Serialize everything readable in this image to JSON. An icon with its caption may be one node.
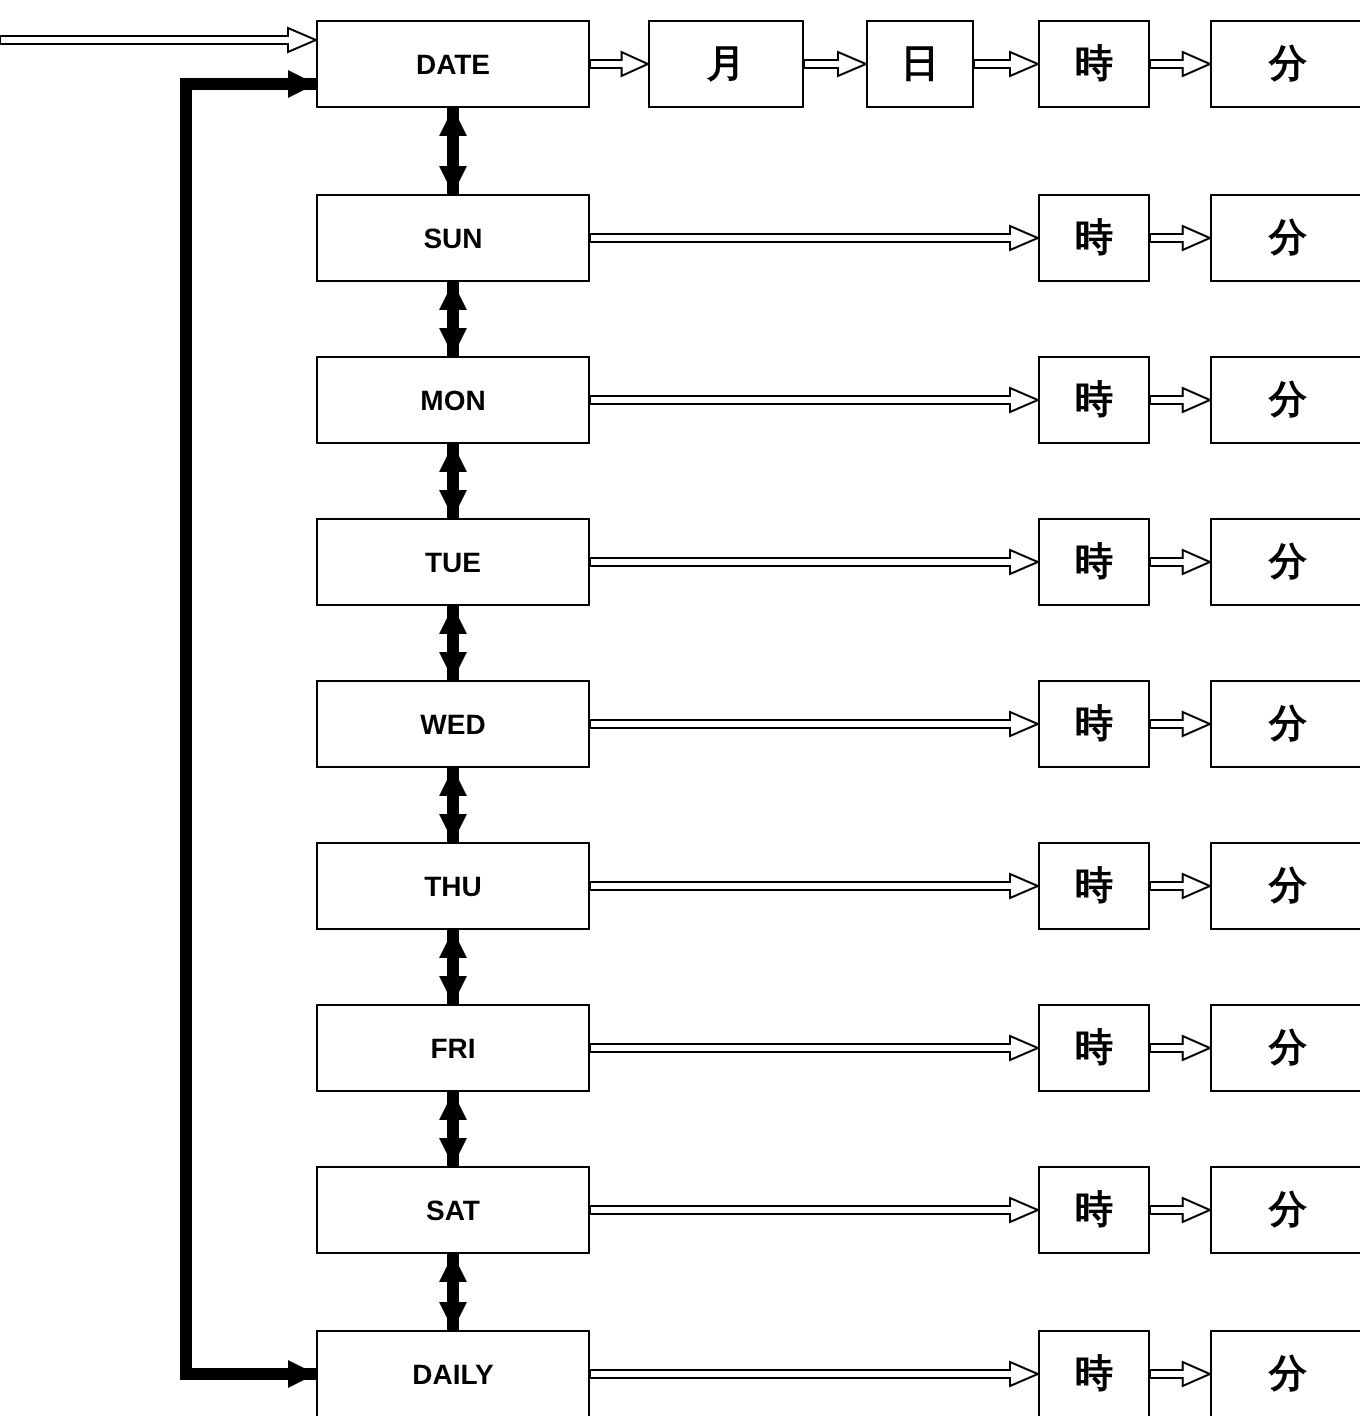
{
  "diagram": {
    "nodes": [
      {
        "text": [
          "DATE"
        ]
      },
      {
        "text": [
          "月"
        ]
      },
      {
        "text": [
          "日"
        ]
      },
      {
        "text": [
          "時"
        ]
      },
      {
        "text": [
          "分"
        ]
      },
      {
        "text": [
          "SUN"
        ]
      },
      {
        "text": [
          "時"
        ]
      },
      {
        "text": [
          "分"
        ]
      },
      {
        "text": [
          "MON"
        ]
      },
      {
        "text": [
          "時"
        ]
      },
      {
        "text": [
          "分"
        ]
      },
      {
        "text": [
          "TUE"
        ]
      },
      {
        "text": [
          "時"
        ]
      },
      {
        "text": [
          "分"
        ]
      },
      {
        "text": [
          "WED"
        ]
      },
      {
        "text": [
          "時"
        ]
      },
      {
        "text": [
          "分"
        ]
      },
      {
        "text": [
          "THU"
        ]
      },
      {
        "text": [
          "時"
        ]
      },
      {
        "text": [
          "分"
        ]
      },
      {
        "text": [
          "FRI"
        ]
      },
      {
        "text": [
          "時"
        ]
      },
      {
        "text": [
          "分"
        ]
      },
      {
        "text": [
          "SAT"
        ]
      },
      {
        "text": [
          "時"
        ]
      },
      {
        "text": [
          "分"
        ]
      },
      {
        "text": [
          "DAILY"
        ]
      },
      {
        "text": [
          "時"
        ]
      },
      {
        "text": [
          "分"
        ]
      }
    ],
    "edges": [
      {
        "from": null,
        "to": 0,
        "arrow": "to"
      },
      {
        "from": 0,
        "to": 1,
        "arrow": "to"
      },
      {
        "from": 1,
        "to": 2,
        "arrow": "to"
      },
      {
        "from": 2,
        "to": 3,
        "arrow": "to"
      },
      {
        "from": 3,
        "to": 4,
        "arrow": "to"
      },
      {
        "from": 5,
        "to": 6,
        "arrow": "to"
      },
      {
        "from": 6,
        "to": 7,
        "arrow": "to"
      },
      {
        "from": 8,
        "to": 9,
        "arrow": "to"
      },
      {
        "from": 9,
        "to": 10,
        "arrow": "to"
      },
      {
        "from": 11,
        "to": 12,
        "arrow": "to"
      },
      {
        "from": 12,
        "to": 13,
        "arrow": "to"
      },
      {
        "from": 14,
        "to": 15,
        "arrow": "to"
      },
      {
        "from": 15,
        "to": 16,
        "arrow": "to"
      },
      {
        "from": 17,
        "to": 18,
        "arrow": "to"
      },
      {
        "from": 18,
        "to": 19,
        "arrow": "to"
      },
      {
        "from": 20,
        "to": 21,
        "arrow": "to"
      },
      {
        "from": 21,
        "to": 22,
        "arrow": "to"
      },
      {
        "from": 23,
        "to": 24,
        "arrow": "to"
      },
      {
        "from": 24,
        "to": 25,
        "arrow": "to"
      },
      {
        "from": 26,
        "to": 27,
        "arrow": "to"
      },
      {
        "from": 27,
        "to": 28,
        "arrow": "to"
      },
      {
        "from": 0,
        "to": 5,
        "arrow": "both"
      },
      {
        "from": 5,
        "to": 8,
        "arrow": "both"
      },
      {
        "from": 8,
        "to": 11,
        "arrow": "both"
      },
      {
        "from": 11,
        "to": 14,
        "arrow": "both"
      },
      {
        "from": 14,
        "to": 17,
        "arrow": "both"
      },
      {
        "from": 17,
        "to": 20,
        "arrow": "both"
      },
      {
        "from": 20,
        "to": 23,
        "arrow": "both"
      },
      {
        "from": 23,
        "to": 26,
        "arrow": "both"
      },
      {
        "from": 26,
        "to": 0,
        "arrow": "both"
      }
    ]
  }
}
